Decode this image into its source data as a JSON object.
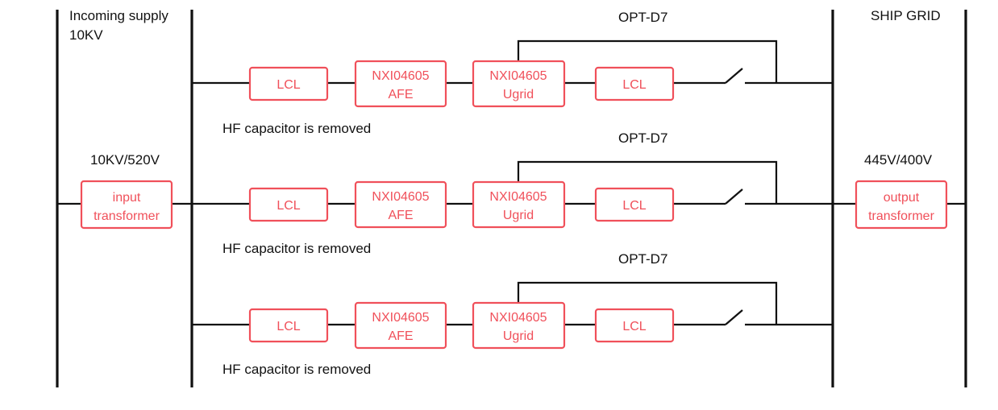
{
  "labels": {
    "incoming_supply_line1": "Incoming supply",
    "incoming_supply_line2": "10KV",
    "ship_grid": "SHIP GRID",
    "input_ratio": "10KV/520V",
    "output_ratio": "445V/400V"
  },
  "input_transformer": {
    "line1": "input",
    "line2": "transformer"
  },
  "output_transformer": {
    "line1": "output",
    "line2": "transformer"
  },
  "branches": [
    {
      "opt_label": "OPT-D7",
      "lcl_in": "LCL",
      "afe": {
        "line1": "NXI04605",
        "line2": "AFE"
      },
      "ugrid": {
        "line1": "NXI04605",
        "line2": "Ugrid"
      },
      "lcl_out": "LCL",
      "note": "HF capacitor is removed"
    },
    {
      "opt_label": "OPT-D7",
      "lcl_in": "LCL",
      "afe": {
        "line1": "NXI04605",
        "line2": "AFE"
      },
      "ugrid": {
        "line1": "NXI04605",
        "line2": "Ugrid"
      },
      "lcl_out": "LCL",
      "note": "HF capacitor is removed"
    },
    {
      "opt_label": "OPT-D7",
      "lcl_in": "LCL",
      "afe": {
        "line1": "NXI04605",
        "line2": "AFE"
      },
      "ugrid": {
        "line1": "NXI04605",
        "line2": "Ugrid"
      },
      "lcl_out": "LCL",
      "note": "HF capacitor is removed"
    }
  ],
  "colors": {
    "block": "#f0505a",
    "line": "#111111"
  }
}
